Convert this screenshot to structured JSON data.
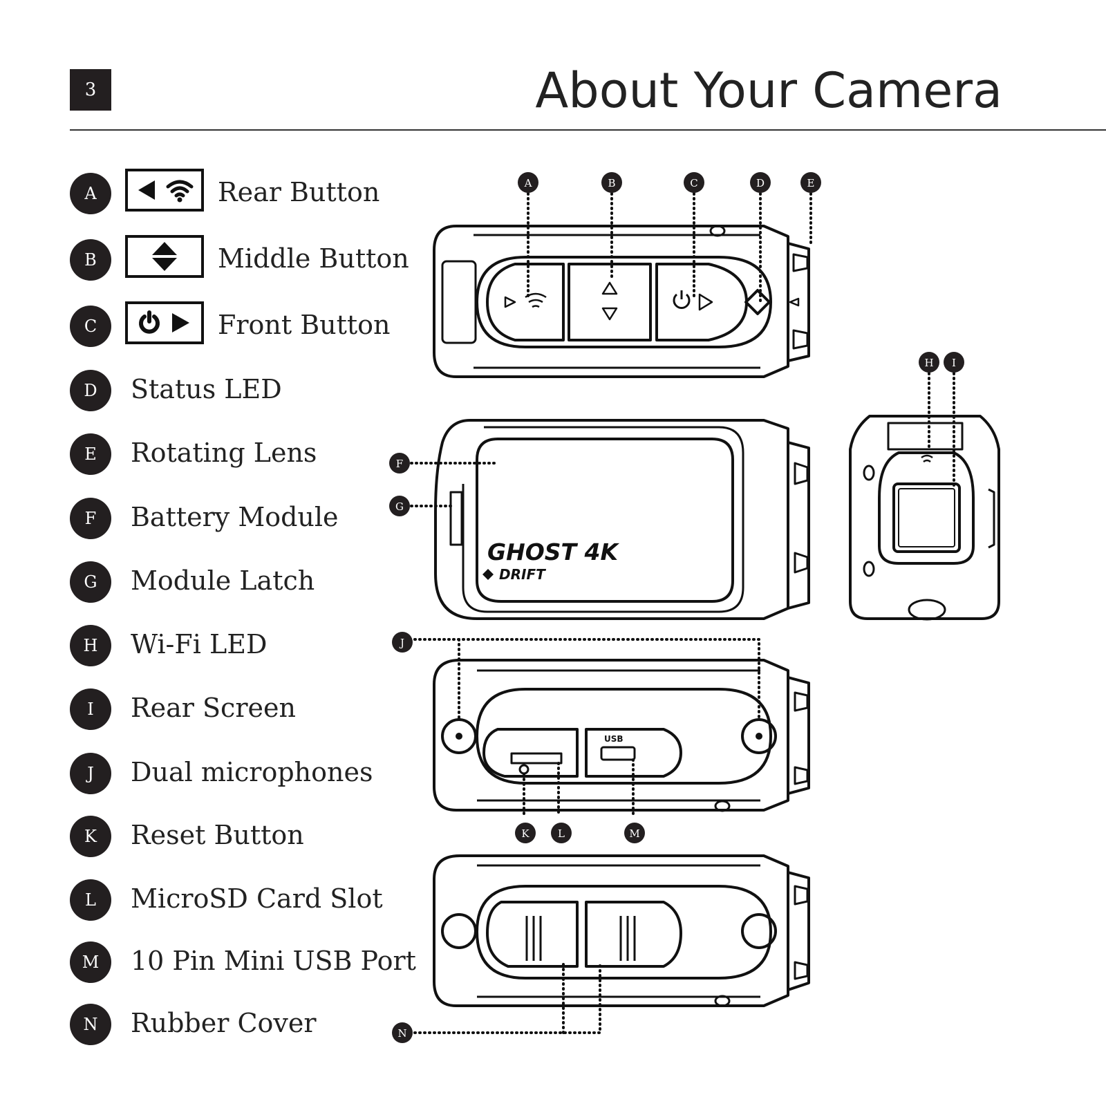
{
  "page_number": "3",
  "title": "About Your Camera",
  "legend": [
    {
      "letter": "A",
      "label": "Rear Button",
      "icon": "rear-button-icon"
    },
    {
      "letter": "B",
      "label": "Middle Button",
      "icon": "middle-button-icon"
    },
    {
      "letter": "C",
      "label": "Front Button",
      "icon": "front-button-icon"
    },
    {
      "letter": "D",
      "label": "Status LED"
    },
    {
      "letter": "E",
      "label": "Rotating Lens"
    },
    {
      "letter": "F",
      "label": "Battery Module"
    },
    {
      "letter": "G",
      "label": "Module Latch"
    },
    {
      "letter": "H",
      "label": "Wi-Fi LED"
    },
    {
      "letter": "I",
      "label": "Rear Screen"
    },
    {
      "letter": "J",
      "label": "Dual microphones"
    },
    {
      "letter": "K",
      "label": "Reset Button"
    },
    {
      "letter": "L",
      "label": "MicroSD Card Slot"
    },
    {
      "letter": "M",
      "label": "10 Pin Mini USB Port"
    },
    {
      "letter": "N",
      "label": "Rubber Cover"
    }
  ],
  "diagram": {
    "brand_model": "GHOST 4K",
    "brand_name": "DRIFT",
    "usb_port_text": "USB",
    "callouts": [
      "A",
      "B",
      "C",
      "D",
      "E",
      "F",
      "G",
      "H",
      "I",
      "J",
      "K",
      "L",
      "M",
      "N"
    ]
  },
  "colors": {
    "ink": "#231f20",
    "paper": "#ffffff"
  }
}
